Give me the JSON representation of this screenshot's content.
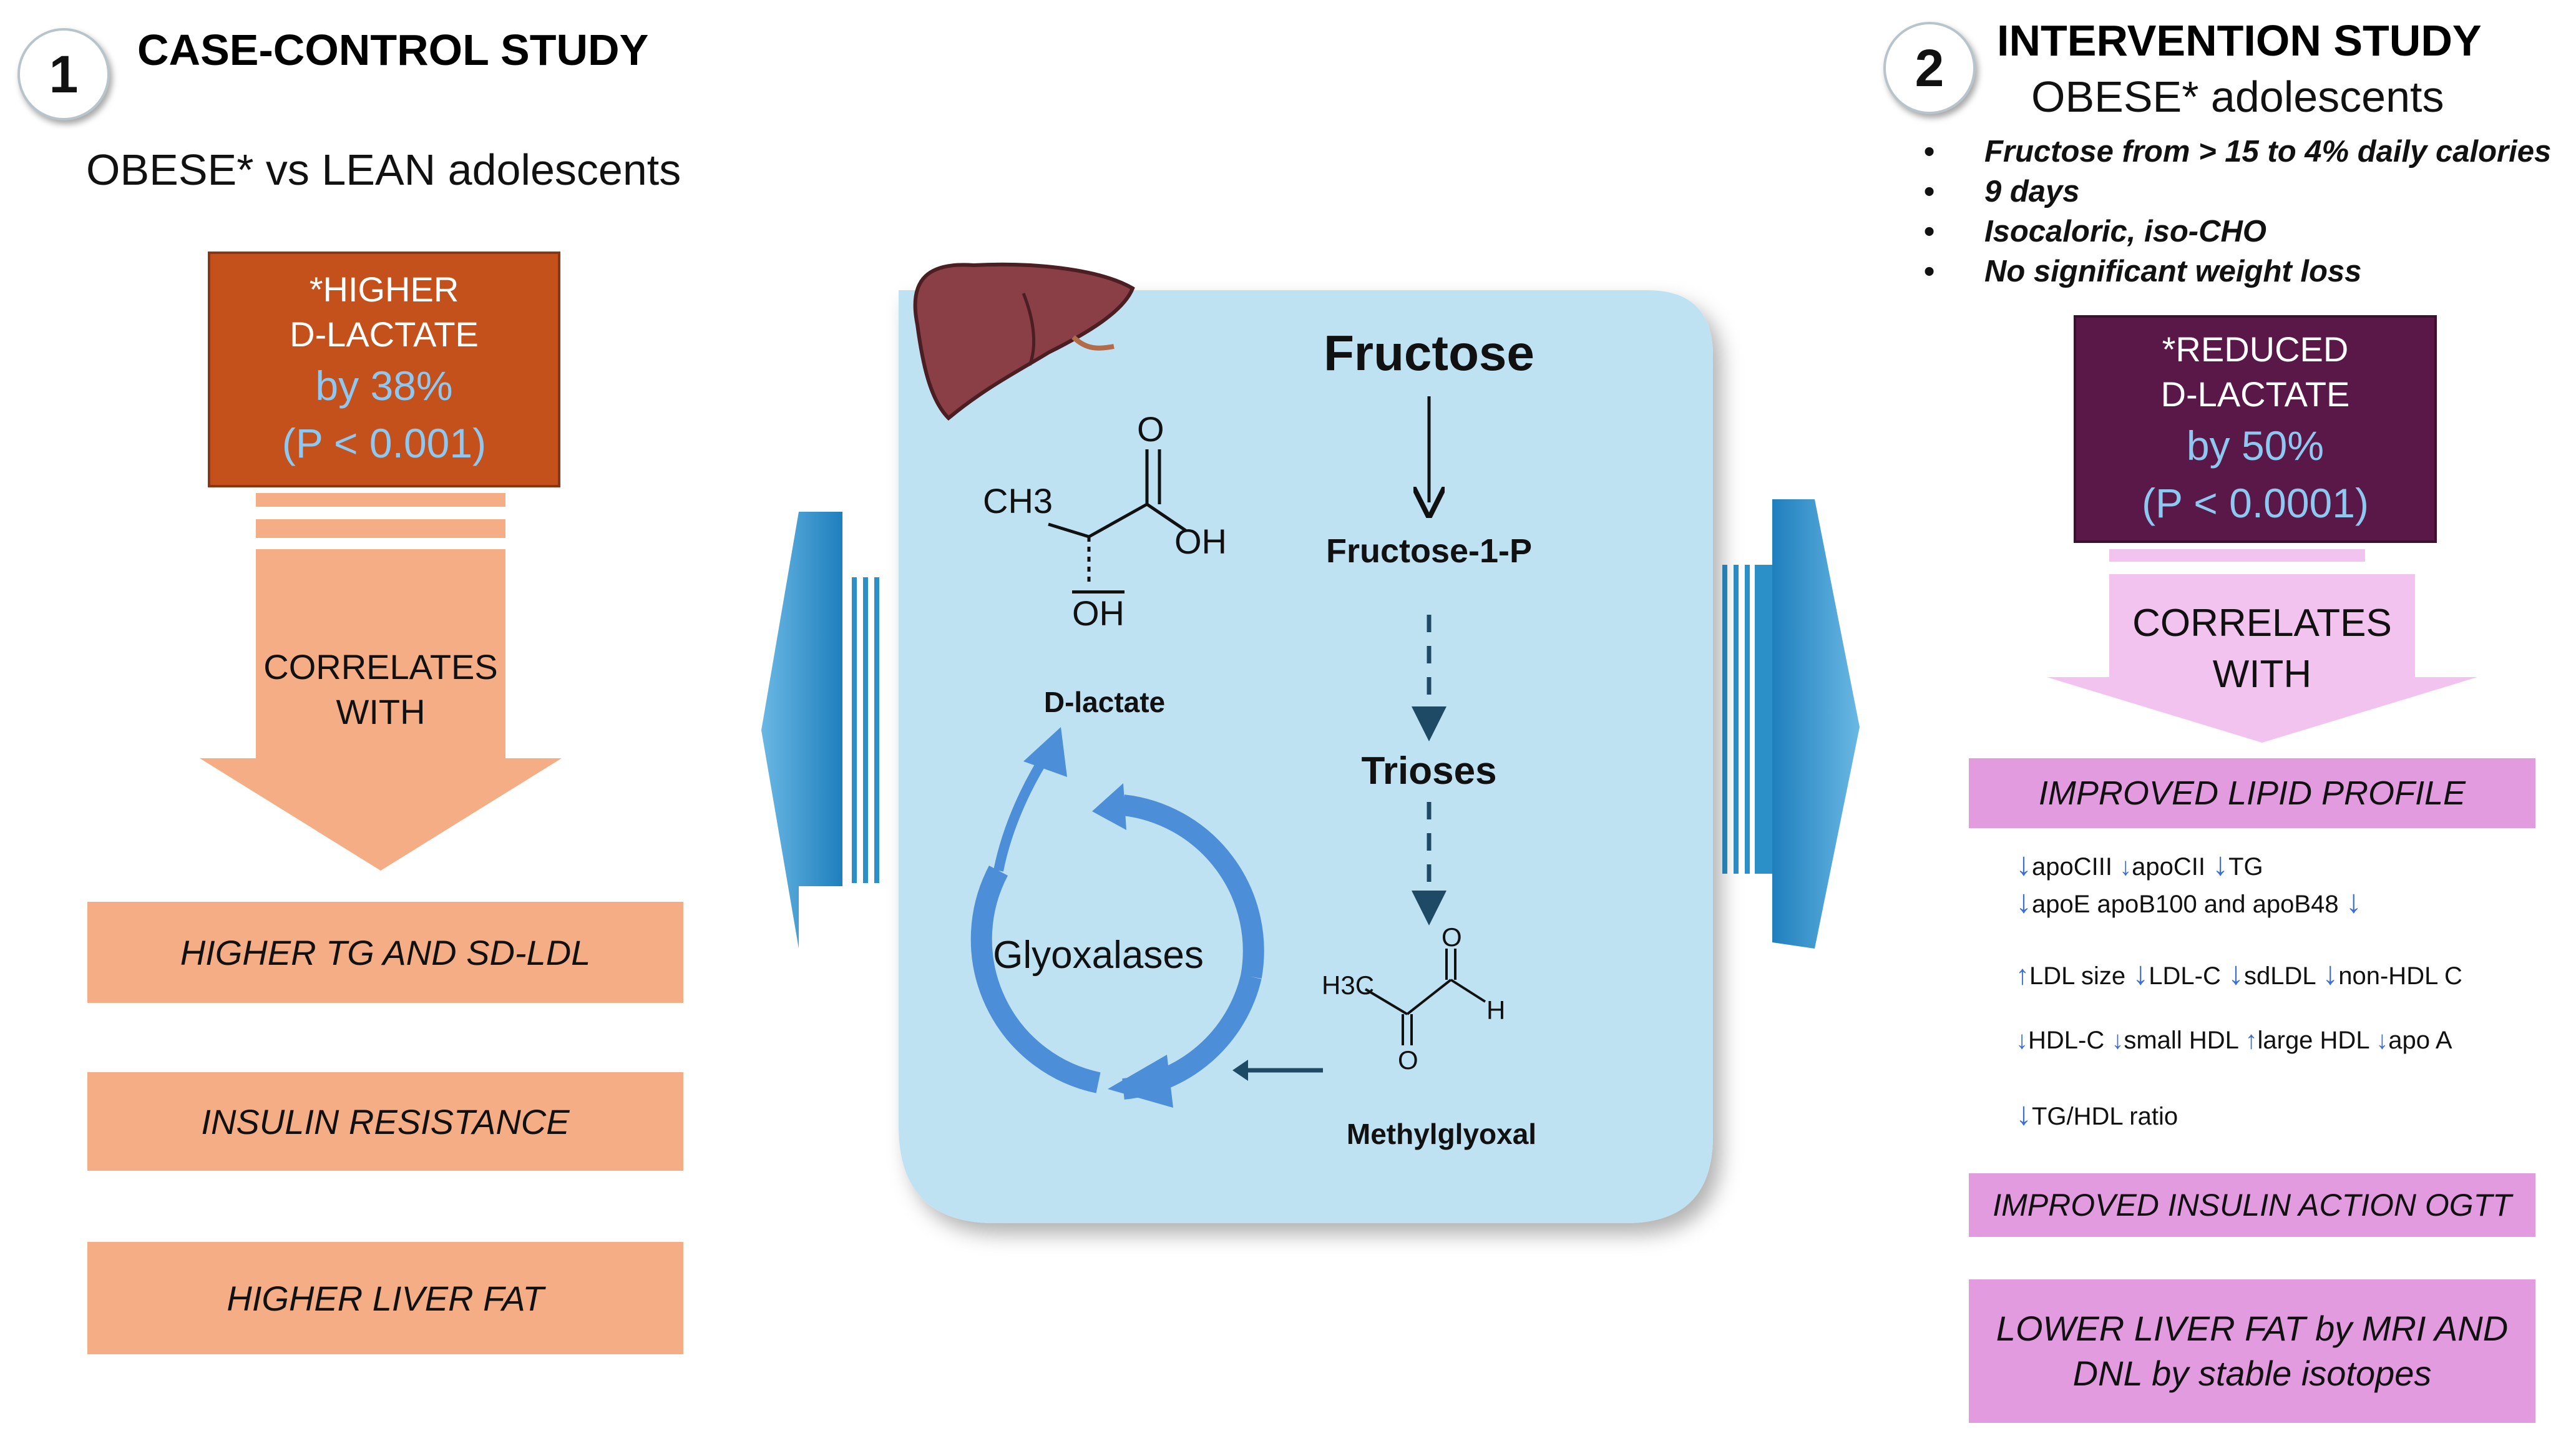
{
  "left": {
    "number": "1",
    "title": "CASE-CONTROL STUDY",
    "subtitle": "OBESE* vs LEAN adolescents",
    "box": {
      "line1": "*HIGHER",
      "line2": "D-LACTATE",
      "line3": "by 38%",
      "line4": "(P < 0.001)"
    },
    "arrow_text": [
      "CORRELATES",
      "WITH"
    ],
    "items": [
      "HIGHER TG AND SD-LDL",
      "INSULIN RESISTANCE",
      "HIGHER LIVER FAT"
    ]
  },
  "center": {
    "fructose": "Fructose",
    "fructose1p": "Fructose-1-P",
    "trioses": "Trioses",
    "methylglyoxal": "Methylglyoxal",
    "dlactate": "D-lactate",
    "glyoxalases": "Glyoxalases",
    "dlactate_struct": {
      "ch3": "CH3",
      "o": "O",
      "oh": "OH",
      "oh2": "OH"
    },
    "mg_struct": {
      "h3c": "H3C",
      "o_top": "O",
      "o_bottom": "O",
      "h": "H"
    }
  },
  "right": {
    "number": "2",
    "title": "INTERVENTION  STUDY",
    "subtitle": "OBESE* adolescents",
    "bullets": [
      "Fructose from > 15 to 4% daily calories",
      "9 days",
      "Isocaloric, iso-CHO",
      "No significant weight loss"
    ],
    "box": {
      "line1": "*REDUCED",
      "line2": "D-LACTATE",
      "line3": "by 50%",
      "line4": "(P < 0.0001)"
    },
    "arrow_text": [
      "CORRELATES",
      "WITH"
    ],
    "lipid_header": "IMPROVED LIPID PROFILE",
    "lipid_rows": [
      [
        "apoCIII",
        "apoCII",
        "TG"
      ],
      [
        "apoE apoB100 and apoB48"
      ],
      [
        "LDL size",
        "LDL-C",
        "sdLDL",
        "non-HDL C"
      ],
      [
        "HDL-C",
        "small HDL",
        "large HDL",
        "apo A"
      ],
      [
        "TG/HDL ratio"
      ]
    ],
    "insulin": "IMPROVED INSULIN ACTION OGTT",
    "liver": [
      "LOWER LIVER FAT by MRI AND",
      "DNL by stable isotopes"
    ]
  },
  "colors": {
    "left_box": "#c4501b",
    "right_box": "#5a1848",
    "pct_text": "#8ec8f0",
    "left_light": "#f4ad85",
    "right_light": "#f2c3ee",
    "right_item": "#e39be0",
    "center_bg": "#bfe2f3",
    "side_arrow": "#2b8fc8",
    "cycle": "#4c8fd8"
  }
}
